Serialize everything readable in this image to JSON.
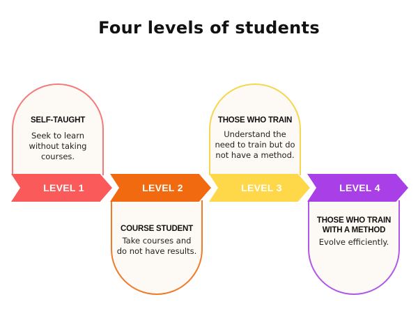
{
  "title": "Four levels of students",
  "levels": [
    {
      "label": "LEVEL 1",
      "heading": "SELF-TAUGHT",
      "text": "Seek to learn without taking courses.",
      "color": "#fb5a5a",
      "border": "#f47a7a"
    },
    {
      "label": "LEVEL 2",
      "heading": "COURSE STUDENT",
      "text": "Take courses and do not have results.",
      "color": "#f26a0f",
      "border": "#ef7a2a"
    },
    {
      "label": "LEVEL 3",
      "heading": "THOSE WHO TRAIN",
      "text": "Understand the need to train but do not have a method.",
      "color": "#ffd84a",
      "border": "#f6d64e"
    },
    {
      "label": "LEVEL 4",
      "heading": "THOSE WHO TRAIN WITH A METHOD",
      "text": "Evolve efficiently.",
      "color": "#a93fe6",
      "border": "#b057e8"
    }
  ]
}
